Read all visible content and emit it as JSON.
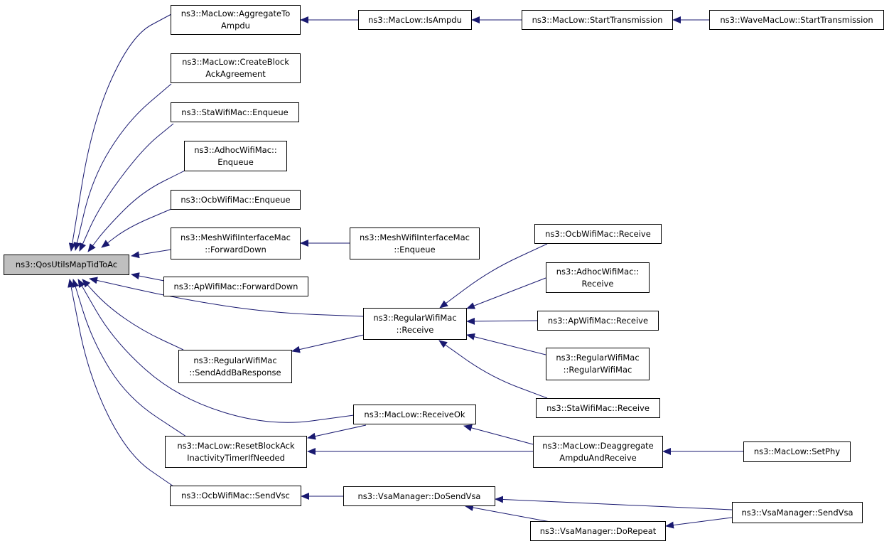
{
  "colors": {
    "edge": "#191970",
    "root_fill": "#bfbfbf",
    "node_fill": "#ffffff",
    "border": "#000000"
  },
  "nodes": [
    {
      "id": "root",
      "lines": [
        "ns3::QosUtilsMapTidToAc"
      ]
    },
    {
      "id": "aggregate_to_ampdu",
      "lines": [
        "ns3::MacLow::AggregateTo",
        "Ampdu"
      ]
    },
    {
      "id": "is_ampdu",
      "lines": [
        "ns3::MacLow::IsAmpdu"
      ]
    },
    {
      "id": "start_transmission",
      "lines": [
        "ns3::MacLow::StartTransmission"
      ]
    },
    {
      "id": "wave_start_transmission",
      "lines": [
        "ns3::WaveMacLow::StartTransmission"
      ]
    },
    {
      "id": "create_block_ack",
      "lines": [
        "ns3::MacLow::CreateBlock",
        "AckAgreement"
      ]
    },
    {
      "id": "sta_enqueue",
      "lines": [
        "ns3::StaWifiMac::Enqueue"
      ]
    },
    {
      "id": "adhoc_enqueue",
      "lines": [
        "ns3::AdhocWifiMac::",
        "Enqueue"
      ]
    },
    {
      "id": "ocb_enqueue",
      "lines": [
        "ns3::OcbWifiMac::Enqueue"
      ]
    },
    {
      "id": "mesh_forward_down",
      "lines": [
        "ns3::MeshWifiInterfaceMac",
        "::ForwardDown"
      ]
    },
    {
      "id": "mesh_enqueue",
      "lines": [
        "ns3::MeshWifiInterfaceMac",
        "::Enqueue"
      ]
    },
    {
      "id": "ap_forward_down",
      "lines": [
        "ns3::ApWifiMac::ForwardDown"
      ]
    },
    {
      "id": "regular_receive",
      "lines": [
        "ns3::RegularWifiMac",
        "::Receive"
      ]
    },
    {
      "id": "ocb_receive",
      "lines": [
        "ns3::OcbWifiMac::Receive"
      ]
    },
    {
      "id": "adhoc_receive",
      "lines": [
        "ns3::AdhocWifiMac::",
        "Receive"
      ]
    },
    {
      "id": "ap_receive",
      "lines": [
        "ns3::ApWifiMac::Receive"
      ]
    },
    {
      "id": "regular_ctor",
      "lines": [
        "ns3::RegularWifiMac",
        "::RegularWifiMac"
      ]
    },
    {
      "id": "sta_receive",
      "lines": [
        "ns3::StaWifiMac::Receive"
      ]
    },
    {
      "id": "send_addba",
      "lines": [
        "ns3::RegularWifiMac",
        "::SendAddBaResponse"
      ]
    },
    {
      "id": "receive_ok",
      "lines": [
        "ns3::MacLow::ReceiveOk"
      ]
    },
    {
      "id": "reset_block_ack",
      "lines": [
        "ns3::MacLow::ResetBlockAck",
        "InactivityTimerIfNeeded"
      ]
    },
    {
      "id": "deaggregate",
      "lines": [
        "ns3::MacLow::Deaggregate",
        "AmpduAndReceive"
      ]
    },
    {
      "id": "set_phy",
      "lines": [
        "ns3::MacLow::SetPhy"
      ]
    },
    {
      "id": "ocb_send_vsc",
      "lines": [
        "ns3::OcbWifiMac::SendVsc"
      ]
    },
    {
      "id": "do_send_vsa",
      "lines": [
        "ns3::VsaManager::DoSendVsa"
      ]
    },
    {
      "id": "send_vsa",
      "lines": [
        "ns3::VsaManager::SendVsa"
      ]
    },
    {
      "id": "do_repeat",
      "lines": [
        "ns3::VsaManager::DoRepeat"
      ]
    }
  ],
  "edges": [
    {
      "from": "aggregate_to_ampdu",
      "to": "root"
    },
    {
      "from": "is_ampdu",
      "to": "aggregate_to_ampdu"
    },
    {
      "from": "start_transmission",
      "to": "is_ampdu"
    },
    {
      "from": "wave_start_transmission",
      "to": "start_transmission"
    },
    {
      "from": "create_block_ack",
      "to": "root"
    },
    {
      "from": "sta_enqueue",
      "to": "root"
    },
    {
      "from": "adhoc_enqueue",
      "to": "root"
    },
    {
      "from": "ocb_enqueue",
      "to": "root"
    },
    {
      "from": "mesh_forward_down",
      "to": "root"
    },
    {
      "from": "mesh_enqueue",
      "to": "mesh_forward_down"
    },
    {
      "from": "ap_forward_down",
      "to": "root"
    },
    {
      "from": "regular_receive",
      "to": "root"
    },
    {
      "from": "ocb_receive",
      "to": "regular_receive"
    },
    {
      "from": "adhoc_receive",
      "to": "regular_receive"
    },
    {
      "from": "ap_receive",
      "to": "regular_receive"
    },
    {
      "from": "regular_ctor",
      "to": "regular_receive"
    },
    {
      "from": "sta_receive",
      "to": "regular_receive"
    },
    {
      "from": "send_addba",
      "to": "root"
    },
    {
      "from": "regular_receive",
      "to": "send_addba"
    },
    {
      "from": "receive_ok",
      "to": "root"
    },
    {
      "from": "reset_block_ack",
      "to": "root"
    },
    {
      "from": "receive_ok",
      "to": "reset_block_ack"
    },
    {
      "from": "deaggregate",
      "to": "reset_block_ack"
    },
    {
      "from": "deaggregate",
      "to": "receive_ok"
    },
    {
      "from": "set_phy",
      "to": "deaggregate"
    },
    {
      "from": "ocb_send_vsc",
      "to": "root"
    },
    {
      "from": "do_send_vsa",
      "to": "ocb_send_vsc"
    },
    {
      "from": "send_vsa",
      "to": "do_send_vsa"
    },
    {
      "from": "do_repeat",
      "to": "do_send_vsa"
    },
    {
      "from": "send_vsa",
      "to": "do_repeat"
    }
  ]
}
